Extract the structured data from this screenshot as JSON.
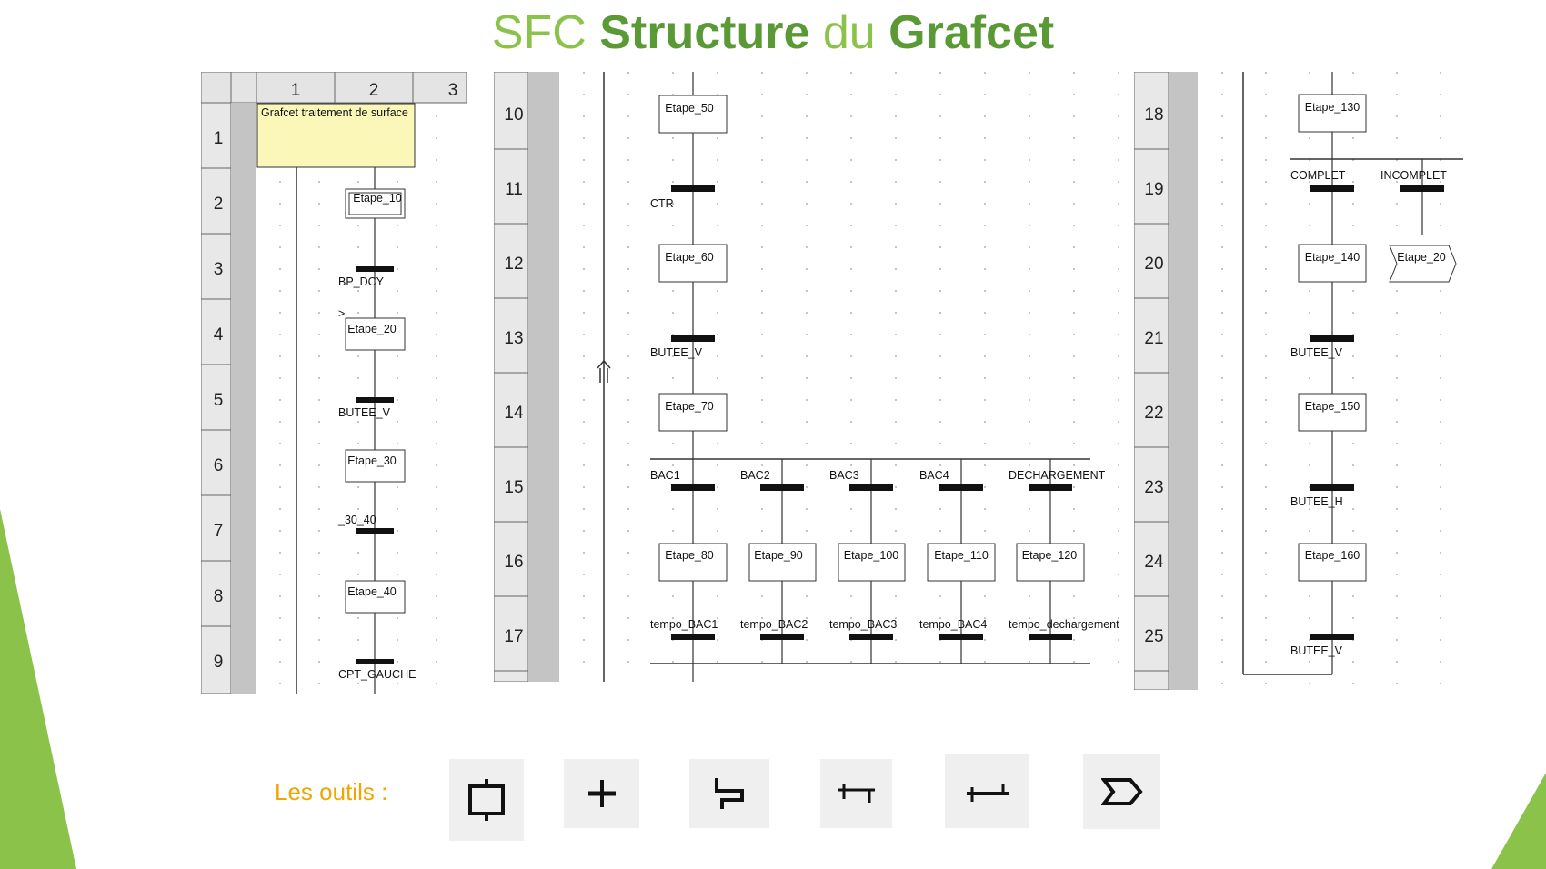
{
  "title": {
    "part1": "SFC",
    "part2": "Structure",
    "part3": "du",
    "part4": "Grafcet"
  },
  "panel1": {
    "columns": [
      "1",
      "2",
      "3"
    ],
    "rows": [
      "1",
      "2",
      "3",
      "4",
      "5",
      "6",
      "7",
      "8",
      "9"
    ],
    "comment": "Grafcet traitement de surface",
    "steps": [
      "Etape_10",
      "Etape_20",
      "Etape_30",
      "Etape_40"
    ],
    "transitions": [
      "BP_DCY",
      "BUTEE_V",
      "_30_40",
      "CPT_GAUCHE"
    ]
  },
  "panel2": {
    "rows": [
      "10",
      "11",
      "12",
      "13",
      "14",
      "15",
      "16",
      "17"
    ],
    "steps": [
      "Etape_50",
      "Etape_60",
      "Etape_70"
    ],
    "transitions": [
      "CTR",
      "BUTEE_V"
    ],
    "branch_conditions": [
      "BAC1",
      "BAC2",
      "BAC3",
      "BAC4",
      "DECHARGEMENT"
    ],
    "branch_steps": [
      "Etape_80",
      "Etape_90",
      "Etape_100",
      "Etape_110",
      "Etape_120"
    ],
    "branch_tempos": [
      "tempo_BAC1",
      "tempo_BAC2",
      "tempo_BAC3",
      "tempo_BAC4",
      "tempo_dechargement"
    ]
  },
  "panel3": {
    "rows": [
      "18",
      "19",
      "20",
      "21",
      "22",
      "23",
      "24",
      "25"
    ],
    "steps": [
      "Etape_130",
      "Etape_140",
      "Etape_150",
      "Etape_160"
    ],
    "transitions": [
      "COMPLET",
      "INCOMPLET",
      "BUTEE_V",
      "BUTEE_H",
      "BUTEE_V"
    ],
    "jump_target": "Etape_20"
  },
  "tools": {
    "label": "Les outils :",
    "icons": [
      "step-tool-icon",
      "transition-tool-icon",
      "link-tool-icon",
      "divergence-tool-icon",
      "convergence-tool-icon",
      "jump-tool-icon"
    ]
  },
  "colors": {
    "title_light": "#8bc34a",
    "title_bold": "#5a9a35",
    "tools_label": "#f0a500",
    "comment_fill": "#fbf7b9",
    "deco_green": "#8bc34a"
  }
}
